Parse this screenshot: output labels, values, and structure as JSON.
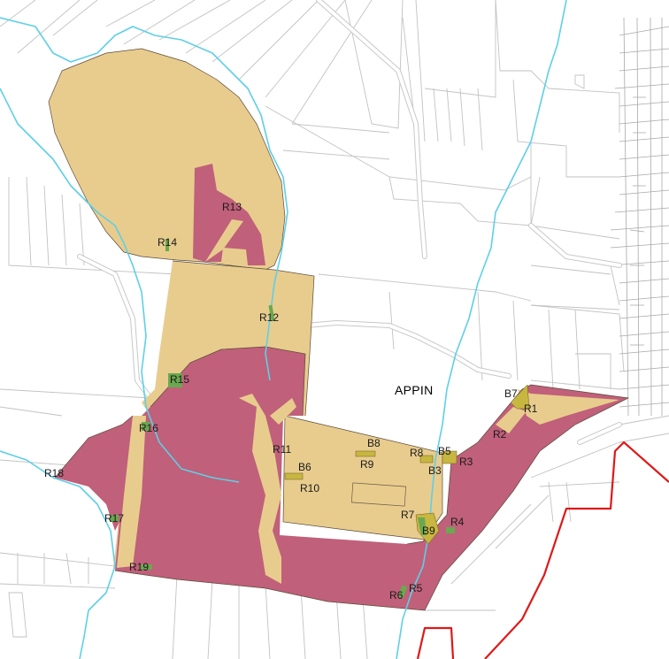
{
  "map": {
    "town_label": "APPIN",
    "colors": {
      "background": "#ffffff",
      "cadastre": "#c2c2c2",
      "road": "#c8c8c8",
      "waterway": "#5ecfe8",
      "zone_tan": "#e8cc8e",
      "zone_rose": "#c0607a",
      "site_olive": "#c7b640",
      "site_green": "#6aa84f",
      "boundary_red": "#e01818"
    },
    "site_labels": [
      "R1",
      "R2",
      "R3",
      "R4",
      "R5",
      "R6",
      "R7",
      "R8",
      "R9",
      "R10",
      "R11",
      "R12",
      "R13",
      "R14",
      "R15",
      "R16",
      "R17",
      "R18",
      "R19",
      "B3",
      "B5",
      "B6",
      "B7",
      "B8",
      "B9"
    ]
  }
}
